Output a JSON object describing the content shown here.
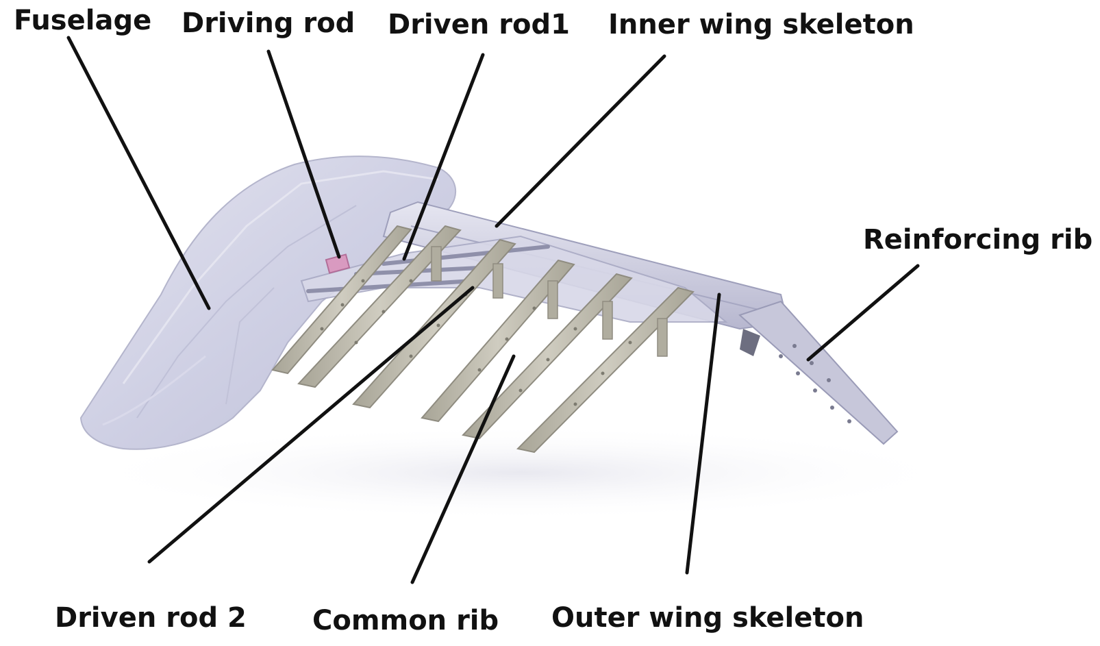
{
  "labels": {
    "fuselage": "Fuselage",
    "driving_rod": "Driving rod",
    "driven_rod1": "Driven rod1",
    "inner_wing_skeleton": "Inner wing skeleton",
    "reinforcing_rib": "Reinforcing rib",
    "driven_rod2": "Driven rod 2",
    "common_rib": "Common rib",
    "outer_wing_skeleton": "Outer wing skeleton"
  },
  "colors": {
    "fuselage": "#cfd0e4",
    "skeleton": "#c9c9dc",
    "rib": "#b9b6aa",
    "driving_rod": "#d99ac0",
    "leader": "#111111"
  }
}
